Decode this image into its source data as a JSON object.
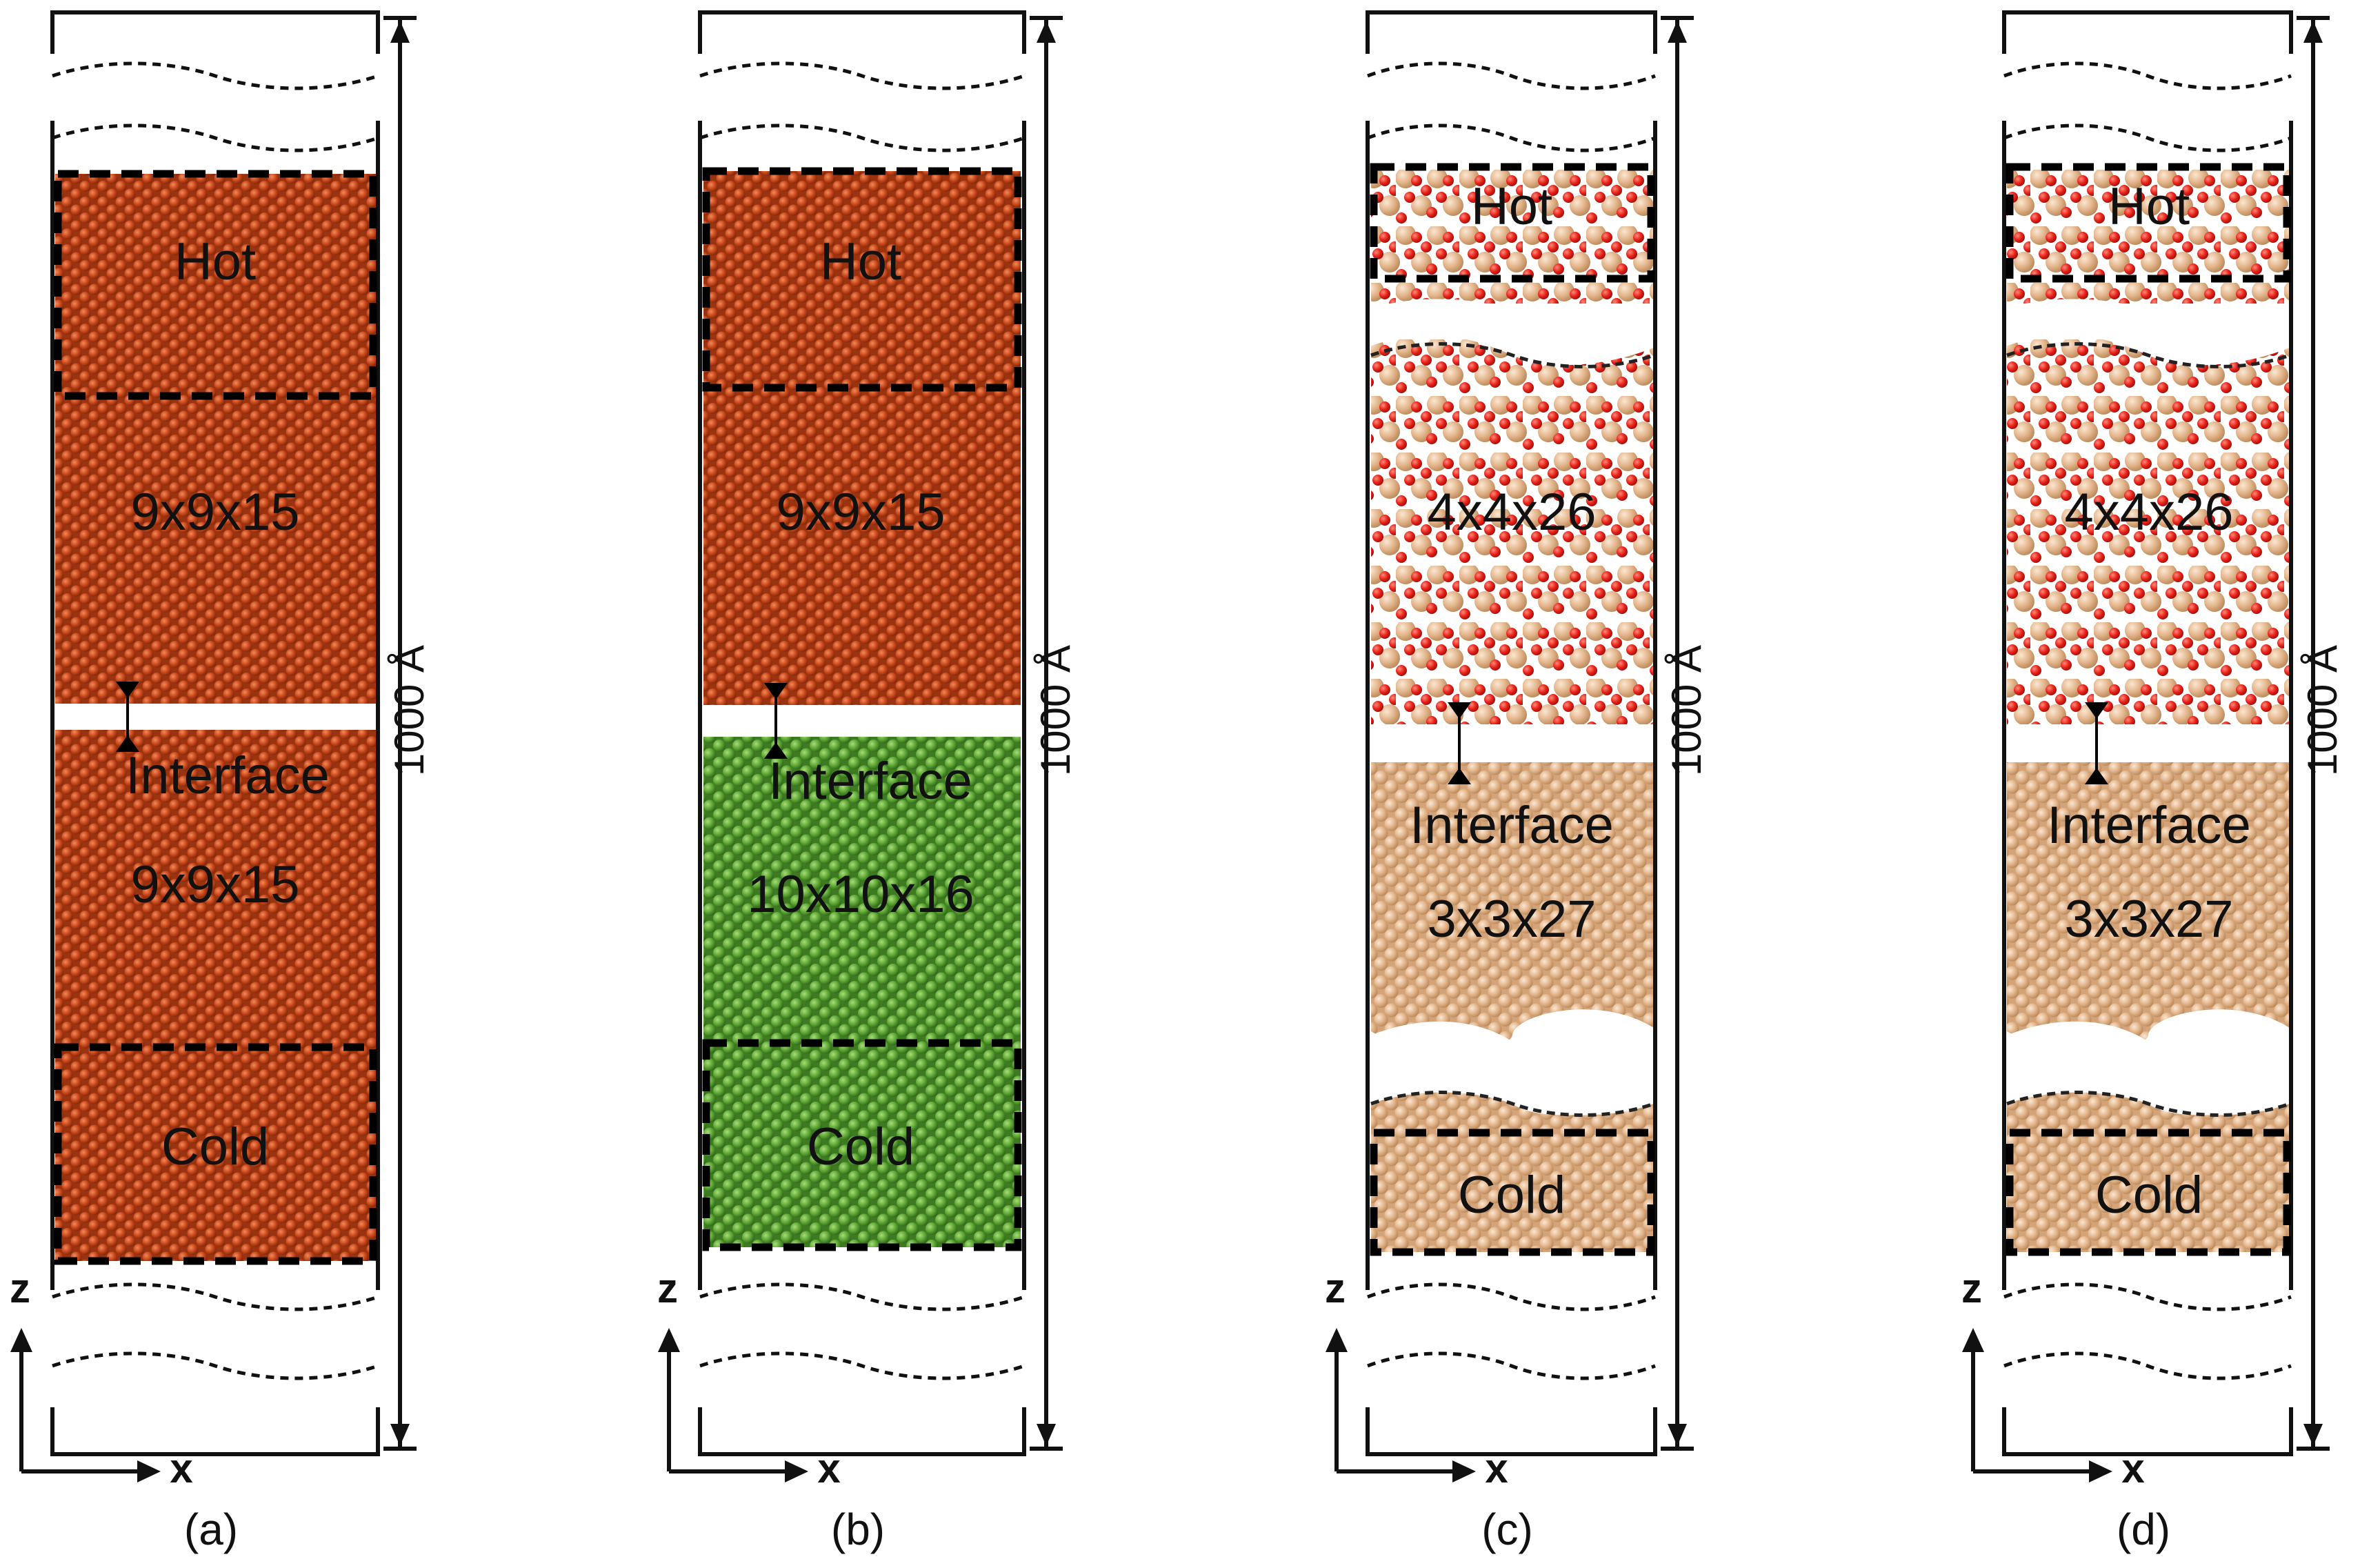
{
  "figure": {
    "panels": [
      {
        "id": "a",
        "caption": "(a)",
        "size_label": "1000 Å",
        "style": "fcc",
        "top_color": "#c0461c",
        "bottom_color": "#c0461c",
        "labels": {
          "hot": "Hot",
          "top_cells": "9x9x15",
          "interface": "Interface",
          "bottom_cells": "9x9x15",
          "cold": "Cold"
        },
        "axes": {
          "z": "z",
          "x": "x"
        }
      },
      {
        "id": "b",
        "caption": "(b)",
        "size_label": "1000 Å",
        "style": "fcc",
        "top_color": "#c0461c",
        "bottom_color": "#5aa032",
        "labels": {
          "hot": "Hot",
          "top_cells": "9x9x15",
          "interface": "Interface",
          "bottom_cells": "10x10x16",
          "cold": "Cold"
        },
        "axes": {
          "z": "z",
          "x": "x"
        }
      },
      {
        "id": "c",
        "caption": "(c)",
        "size_label": "1000 Å",
        "style": "oxide",
        "top_color": "#e8281e",
        "bottom_color": "#e3b58c",
        "labels": {
          "hot": "Hot",
          "top_cells": "4x4x26",
          "interface": "Interface",
          "bottom_cells": "3x3x27",
          "cold": "Cold"
        },
        "axes": {
          "z": "z",
          "x": "x"
        }
      },
      {
        "id": "d",
        "caption": "(d)",
        "size_label": "1000 Å",
        "style": "oxide",
        "top_color": "#e8281e",
        "bottom_color": "#e3b58c",
        "labels": {
          "hot": "Hot",
          "top_cells": "4x4x26",
          "interface": "Interface",
          "bottom_cells": "3x3x27",
          "cold": "Cold"
        },
        "axes": {
          "z": "z",
          "x": "x"
        }
      }
    ]
  }
}
